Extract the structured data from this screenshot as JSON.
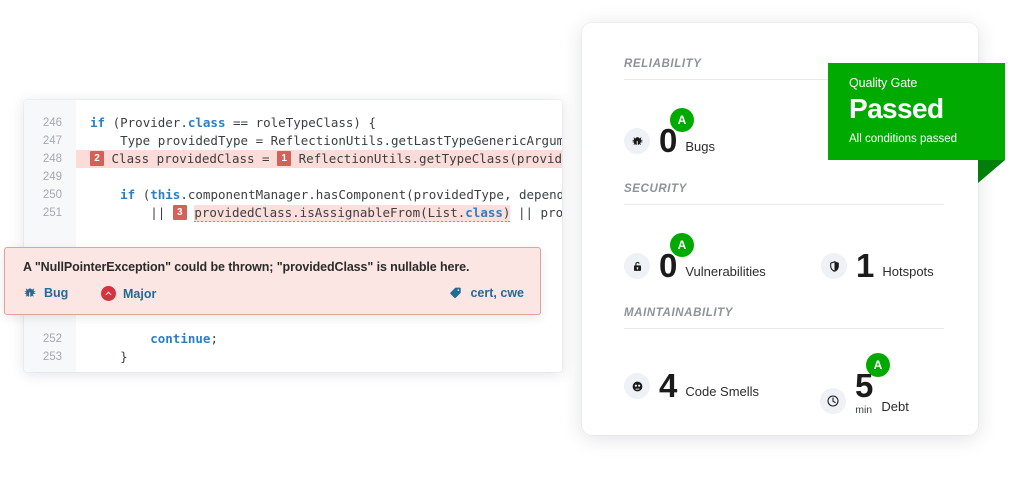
{
  "code_panel": {
    "lines": [
      {
        "num": "246",
        "indent": 0
      },
      {
        "num": "247",
        "indent": 0
      },
      {
        "num": "248",
        "indent": 0
      },
      {
        "num": "249",
        "indent": 0
      },
      {
        "num": "250",
        "indent": 0
      },
      {
        "num": "251",
        "indent": 0
      },
      {
        "num": "252",
        "indent": 0
      },
      {
        "num": "253",
        "indent": 0
      }
    ],
    "line_numbers": [
      "246",
      "247",
      "248",
      "249",
      "250",
      "251",
      "252",
      "253"
    ],
    "code_text": {
      "l246": "if (Provider.class == roleTypeClass) {",
      "l247": "Type providedType = ReflectionUtils.getLastTypeGenericArgument(dependencyDe",
      "l248_marker2": "2",
      "l248_a": "Class providedClass = ",
      "l248_marker1": "1",
      "l248_b": "ReflectionUtils.getTypeClass(providedType);",
      "l249": "",
      "l250": "if (this.componentManager.hasComponent(providedType, dependencyDescriptor.g",
      "l251_pre": "|| ",
      "l251_marker3": "3",
      "l251_a": "providedClass.isAssignableFrom(List.class)",
      "l251_b": " || providedClass.isA",
      "l252": "continue;",
      "l253": "}"
    },
    "keywords": {
      "if": "if",
      "class": "class",
      "this": "this",
      "continue": "continue"
    }
  },
  "issue_popup": {
    "message": "A \"NullPointerException\" could be thrown; \"providedClass\" is nullable here.",
    "type_label": "Bug",
    "type_icon": "bug-icon",
    "severity_label": "Major",
    "severity_icon": "severity-major-icon",
    "tags_label": "cert, cwe",
    "tags_icon": "tag-icon",
    "accent_color": "#236a97",
    "severity_color": "#d4333f",
    "background_color": "#fbe6e3"
  },
  "quality_card": {
    "sections": [
      {
        "title": "RELIABILITY",
        "metrics": [
          {
            "icon": "bug-icon",
            "value": "0",
            "label": "Bugs",
            "rating": "A",
            "rating_color": "#00aa00",
            "unit": ""
          }
        ]
      },
      {
        "title": "SECURITY",
        "metrics": [
          {
            "icon": "open-lock-icon",
            "value": "0",
            "label": "Vulnerabilities",
            "rating": "A",
            "rating_color": "#00aa00",
            "unit": ""
          },
          {
            "icon": "shield-icon",
            "value": "1",
            "label": "Hotspots",
            "rating": "",
            "rating_color": "",
            "unit": ""
          }
        ]
      },
      {
        "title": "MAINTAINABILITY",
        "metrics": [
          {
            "icon": "code-smell-icon",
            "value": "4",
            "label": "Code Smells",
            "rating": "",
            "rating_color": "",
            "unit": ""
          },
          {
            "icon": "clock-icon",
            "value": "5",
            "label": "Debt",
            "rating": "A",
            "rating_color": "#00aa00",
            "unit": "min"
          }
        ]
      }
    ]
  },
  "quality_gate": {
    "title": "Quality Gate",
    "status": "Passed",
    "conditions": "All conditions passed",
    "color": "#00aa00",
    "fold_color": "#00800b"
  }
}
